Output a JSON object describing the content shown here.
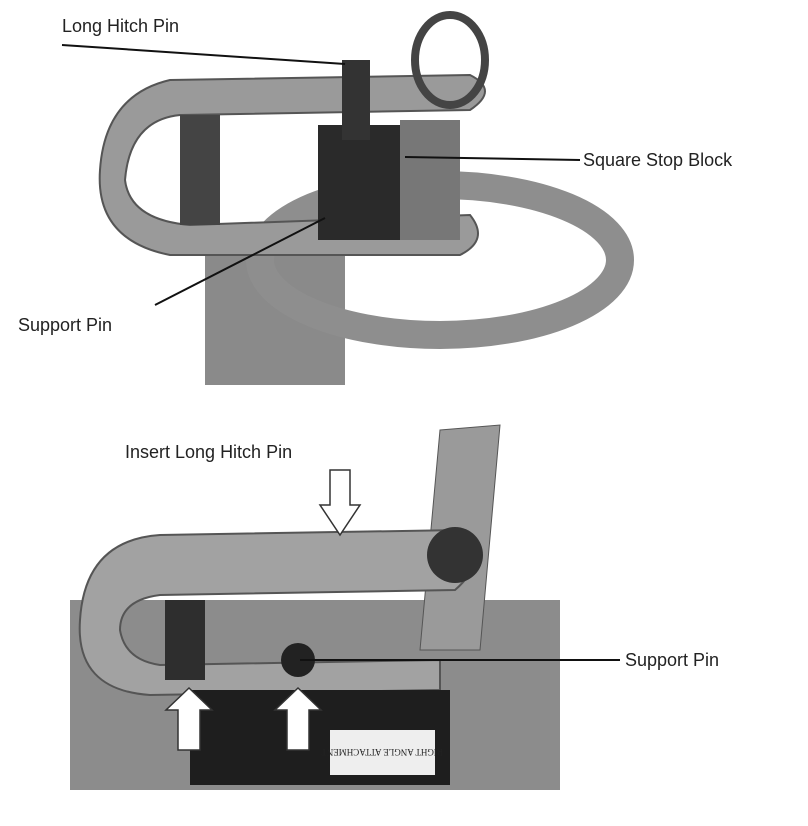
{
  "figure_top": {
    "labels": {
      "long_hitch_pin": "Long Hitch Pin",
      "square_stop_block": "Square Stop Block",
      "support_pin": "Support Pin"
    }
  },
  "figure_bottom": {
    "labels": {
      "insert_long_hitch_pin": "Insert Long Hitch Pin",
      "support_pin": "Support Pin"
    },
    "attachment_label": "RIGHT ANGLE ATTACHMENT"
  }
}
